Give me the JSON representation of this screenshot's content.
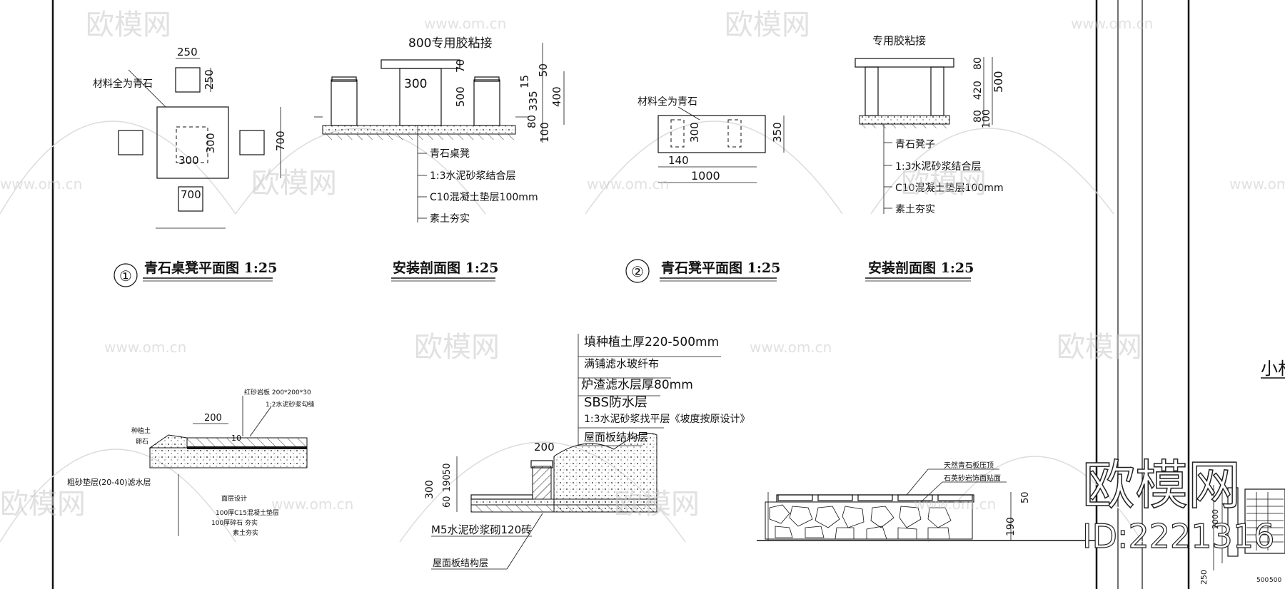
{
  "watermark": {
    "brand": "欧模网",
    "url": "www.om.cn",
    "big_brand": "欧模网",
    "big_id": "ID:2221316"
  },
  "drawing1": {
    "number": "①",
    "title": "青石桌凳平面图 1:25",
    "note": "材料全为青石",
    "dims": [
      "250",
      "250",
      "300",
      "300",
      "700",
      "700"
    ]
  },
  "section1": {
    "title": "安装剖面图 1:25",
    "glue": "800专用胶粘接",
    "dims": [
      "300",
      "500",
      "50",
      "70",
      "15",
      "335",
      "400",
      "80",
      "100"
    ],
    "layers": [
      "青石桌凳",
      "1:3水泥砂浆结合层",
      "C10混凝土垫层100mm",
      "素土夯实"
    ]
  },
  "drawing2": {
    "number": "②",
    "title": "青石凳平面图 1:25",
    "note": "材料全为青石",
    "dims": [
      "300",
      "140",
      "1000",
      "350"
    ]
  },
  "section2": {
    "title": "安装剖面图 1:25",
    "glue": "专用胶粘接",
    "dims": [
      "80",
      "420",
      "500",
      "80",
      "100"
    ],
    "layers": [
      "青石凳子",
      "1:3水泥砂浆结合层",
      "C10混凝土垫层100mm",
      "素土夯实"
    ]
  },
  "detail_paving": {
    "labels": [
      "红砂岩板 200*200*30",
      "1:2水泥砂浆勾缝",
      "种植土",
      "卵石",
      "粗砂垫层(20-40)滤水层",
      "面层设计",
      "100厚C15混凝土垫层",
      "100厚碎石 夯实",
      "素土夯实"
    ],
    "dims": [
      "200",
      "10"
    ]
  },
  "detail_roof": {
    "layers": [
      "填种植土厚220-500mm",
      "满铺滤水玻纤布",
      "炉渣滤水层厚80mm",
      "SBS防水层",
      "1:3水泥砂浆找平层《坡度按原设计》",
      "屋面板结构层"
    ],
    "dims": [
      "200",
      "300",
      "50",
      "190",
      "60"
    ],
    "bottom": [
      "M5水泥砂浆砌120砖",
      "屋面板结构层"
    ]
  },
  "detail_stone": {
    "labels": [
      "天然青石板压顶",
      "石英砂岩饰面贴面"
    ],
    "dims": [
      "50",
      "190"
    ]
  },
  "right_panel": {
    "partial_title": "小林",
    "dims": [
      "2000",
      "250",
      "500",
      "500"
    ]
  }
}
